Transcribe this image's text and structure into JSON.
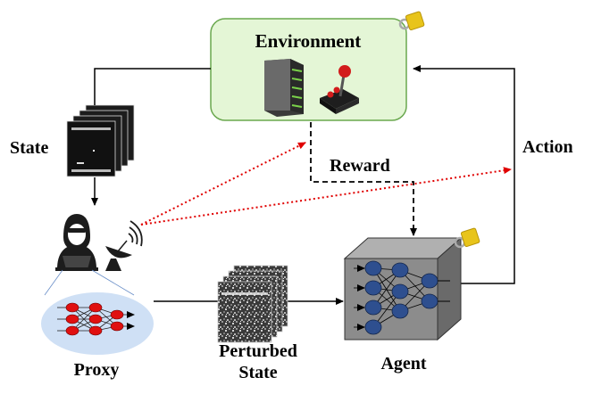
{
  "labels": {
    "environment": "Environment",
    "state": "State",
    "reward": "Reward",
    "action": "Action",
    "proxy": "Proxy",
    "perturbed_line1": "Perturbed",
    "perturbed_line2": "State",
    "agent": "Agent"
  },
  "colors": {
    "environment_fill": "#e4f6d6",
    "environment_stroke": "#6aa84f",
    "attack_line": "#e00000",
    "proxy_ellipse": "#cfe0f5",
    "proxy_node": "#e01010",
    "agent_node": "#2e4f8f",
    "agent_box": "#8c8c8c",
    "lock": "#e8c41a"
  },
  "icons": [
    "server-icon",
    "joystick-icon",
    "lock-icon",
    "hacker-icon",
    "satellite-dish-icon",
    "neural-network-icon",
    "frame-stack-icon"
  ]
}
